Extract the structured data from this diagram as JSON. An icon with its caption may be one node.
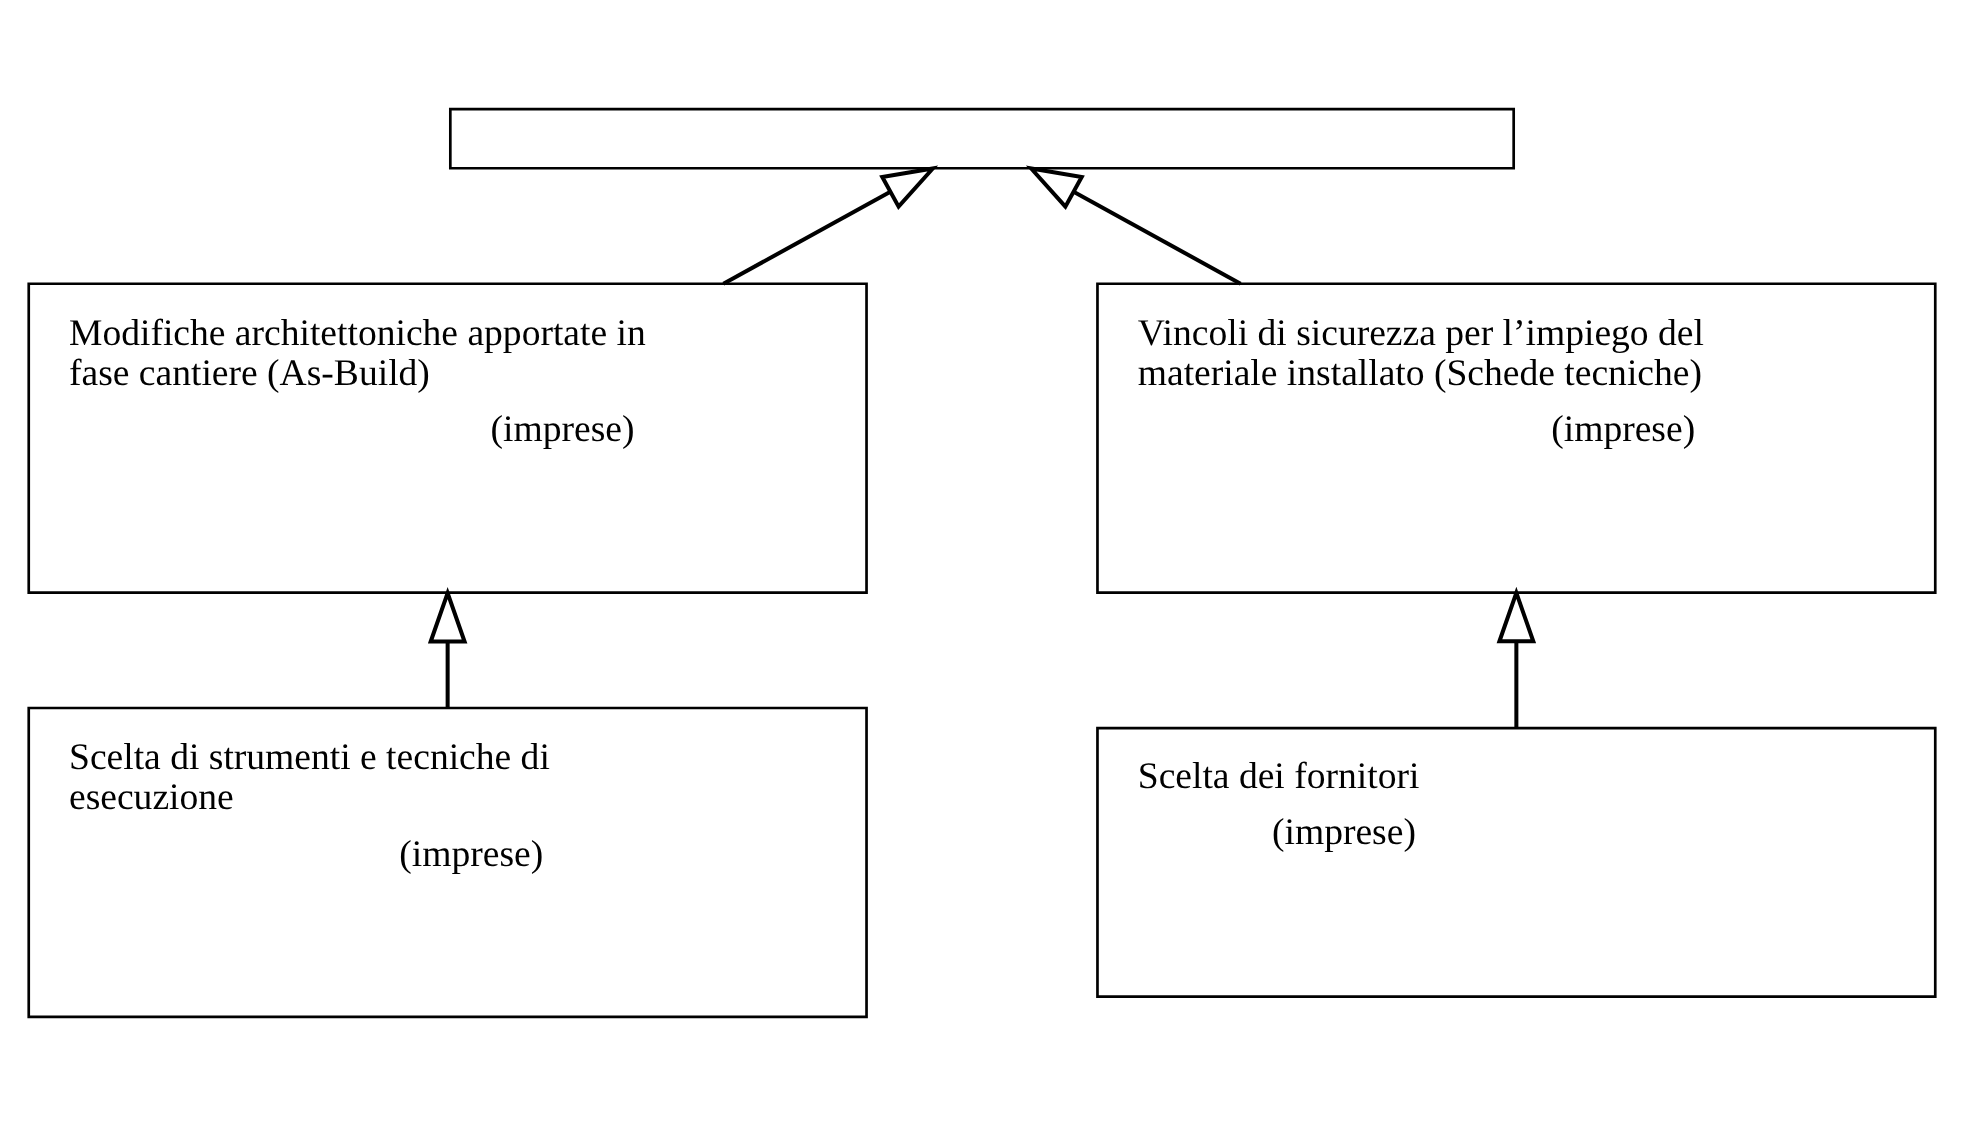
{
  "diagram": {
    "nodes": [
      {
        "text": [],
        "shape": "box"
      },
      {
        "text": [
          "Modifiche architettoniche apportate in fase cantiere (As-Build)",
          "(imprese)"
        ]
      },
      {
        "text": [
          "Vincoli di sicurezza per l’impiego del materiale installato (Schede tecniche)",
          "(imprese)"
        ]
      },
      {
        "text": [
          "Scelta di strumenti e tecniche di esecuzione",
          "(imprese)"
        ]
      },
      {
        "text": [
          "Scelta dei fornitori",
          "(imprese)"
        ]
      }
    ],
    "edges": [
      {
        "from": 3,
        "to": 1,
        "arrow": "to"
      },
      {
        "from": 4,
        "to": 2,
        "arrow": "to"
      },
      {
        "from": 1,
        "to": 0,
        "arrow": "to"
      },
      {
        "from": 2,
        "to": 0,
        "arrow": "to"
      }
    ]
  }
}
